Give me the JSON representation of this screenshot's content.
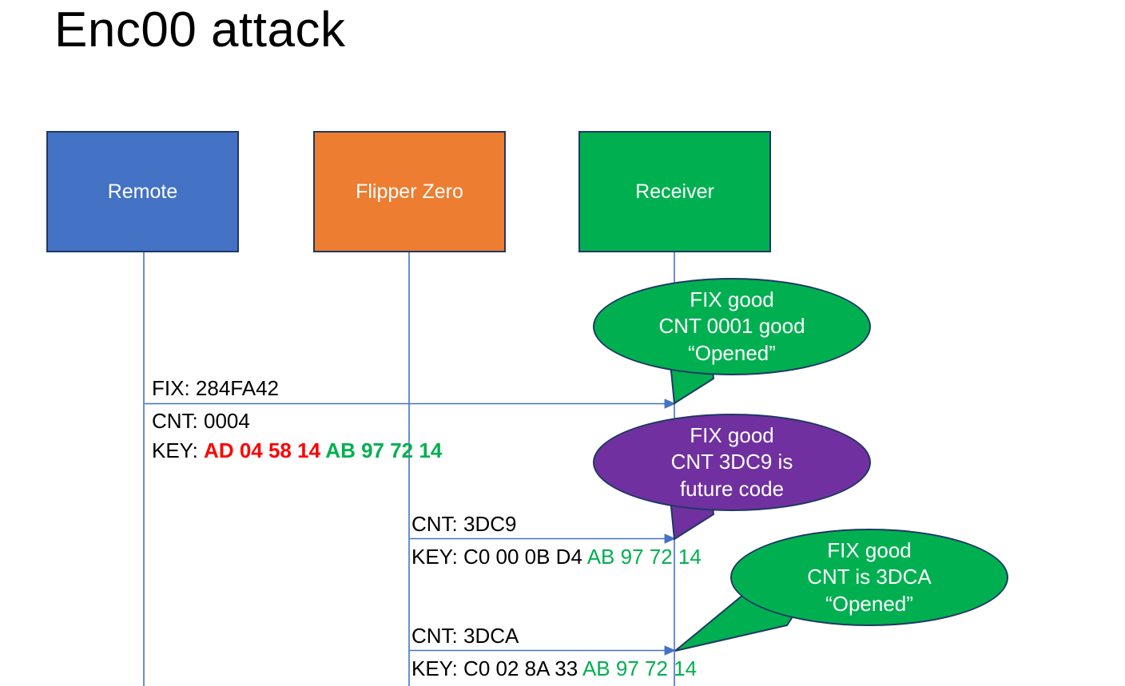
{
  "slide": {
    "title": "Enc00 attack",
    "background": "#ffffff"
  },
  "colors": {
    "remote": "#4472C4",
    "flipper": "#ED7D31",
    "receiver": "#00B050",
    "purple": "#7030A0",
    "border": "#1F3864",
    "arrow": "#4472C4",
    "hex_red": "#FF0000",
    "hex_green": "#00B050",
    "text": "#000000"
  },
  "actors": [
    {
      "id": "remote",
      "label": "Remote",
      "color": "#4472C4"
    },
    {
      "id": "flipper",
      "label": "Flipper Zero",
      "color": "#ED7D31"
    },
    {
      "id": "receiver",
      "label": "Receiver",
      "color": "#00B050"
    }
  ],
  "messages": [
    {
      "id": "msg-1",
      "from": "remote",
      "to": "receiver",
      "above": "FIX: 284FA42",
      "below_line1": "CNT: 0004",
      "below_key_label": "KEY: ",
      "below_key_red": "AD 04 58 14 ",
      "below_key_green": "AB 97 72 14"
    },
    {
      "id": "msg-2",
      "from": "flipper",
      "to": "receiver",
      "above": "CNT: 3DC9",
      "below_key_label": "KEY: C0 00 0B D4 ",
      "below_key_green": "AB 97 72 14"
    },
    {
      "id": "msg-3",
      "from": "flipper",
      "to": "receiver",
      "above": "CNT: 3DCA",
      "below_key_label": "KEY: C0 02 8A 33 ",
      "below_key_green": "AB 97 72 14"
    }
  ],
  "callouts": [
    {
      "id": "callout-1",
      "style": "green",
      "lines": [
        "FIX good",
        "CNT 0001 good",
        "“Opened”"
      ]
    },
    {
      "id": "callout-2",
      "style": "purple",
      "lines": [
        "FIX good",
        "CNT 3DC9 is",
        "future code"
      ]
    },
    {
      "id": "callout-3",
      "style": "green",
      "lines": [
        "FIX good",
        "CNT is 3DCA",
        "“Opened”"
      ]
    }
  ]
}
